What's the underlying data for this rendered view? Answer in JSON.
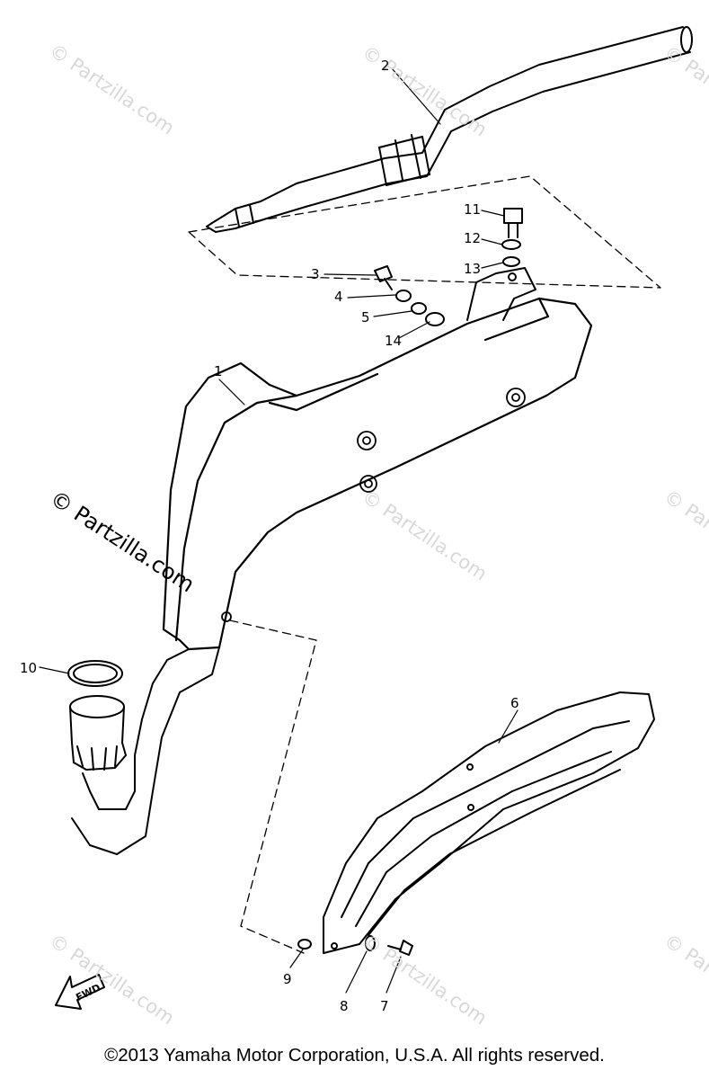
{
  "callouts": {
    "c1": "1",
    "c2": "2",
    "c3": "3",
    "c4": "4",
    "c5": "5",
    "c6": "6",
    "c7": "7",
    "c8": "8",
    "c9": "9",
    "c10": "10",
    "c11": "11",
    "c12": "12",
    "c13": "13",
    "c14": "14"
  },
  "fwd_label": "FWD",
  "watermark": "© Partzilla.com",
  "copyright": "©2013  Yamaha Motor Corporation, U.S.A. All rights reserved."
}
